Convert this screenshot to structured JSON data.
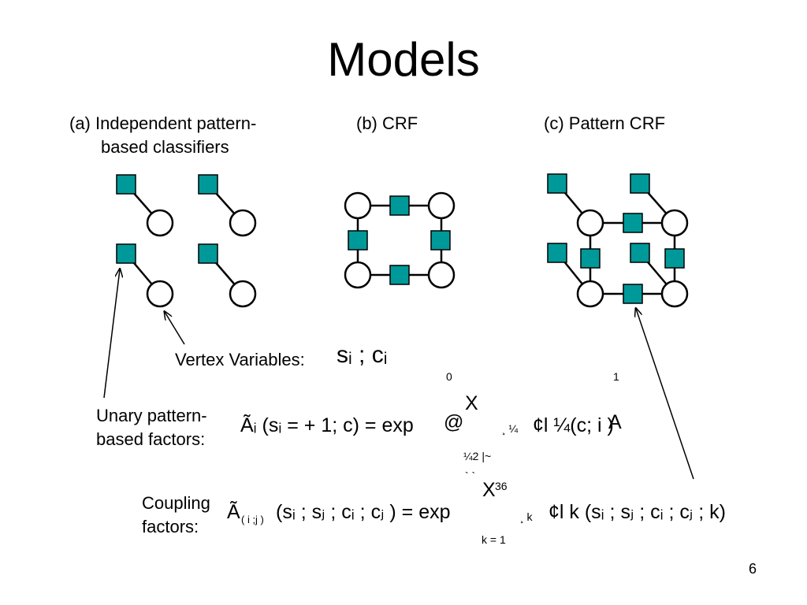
{
  "title": "Models",
  "panels": {
    "a": {
      "caption_line1": "(a) Independent pattern-",
      "caption_line2": "based classifiers"
    },
    "b": {
      "caption": "(b) CRF"
    },
    "c": {
      "caption": "(c) Pattern CRF"
    }
  },
  "labels": {
    "vertex_variables": "Vertex Variables:",
    "unary_line1": "Unary pattern-",
    "unary_line2": "based factors:",
    "coupling_line1": "Coupling",
    "coupling_line2": "factors:"
  },
  "formulas": {
    "vertex": "sᵢ ; cᵢ",
    "unary_main": "Ãᵢ (sᵢ  =  + 1; c) =  exp",
    "unary_at": "@",
    "unary_X": "X",
    "unary_sub": "¸ ¼",
    "unary_body": "¢l ¼(c; i )",
    "unary_A": "A",
    "unary_under": "¼2 |~",
    "unary_top_glyph1": "0",
    "unary_top_glyph2": "1",
    "coupling_main": "Ã",
    "coupling_sub": "( i ;j )",
    "coupling_args": "(sᵢ ; sⱼ ; cᵢ ; cⱼ ) =  exp",
    "coupling_pre": "` `",
    "coupling_X": "X",
    "coupling_sup": "36",
    "coupling_sub_k": "¸ k",
    "coupling_body": "¢l k (sᵢ ; sⱼ ; cᵢ ; cⱼ ; k)",
    "coupling_under": "k =  1"
  },
  "colors": {
    "factor": "#009999",
    "stroke": "#000000",
    "background": "#ffffff"
  },
  "page_number": "6"
}
